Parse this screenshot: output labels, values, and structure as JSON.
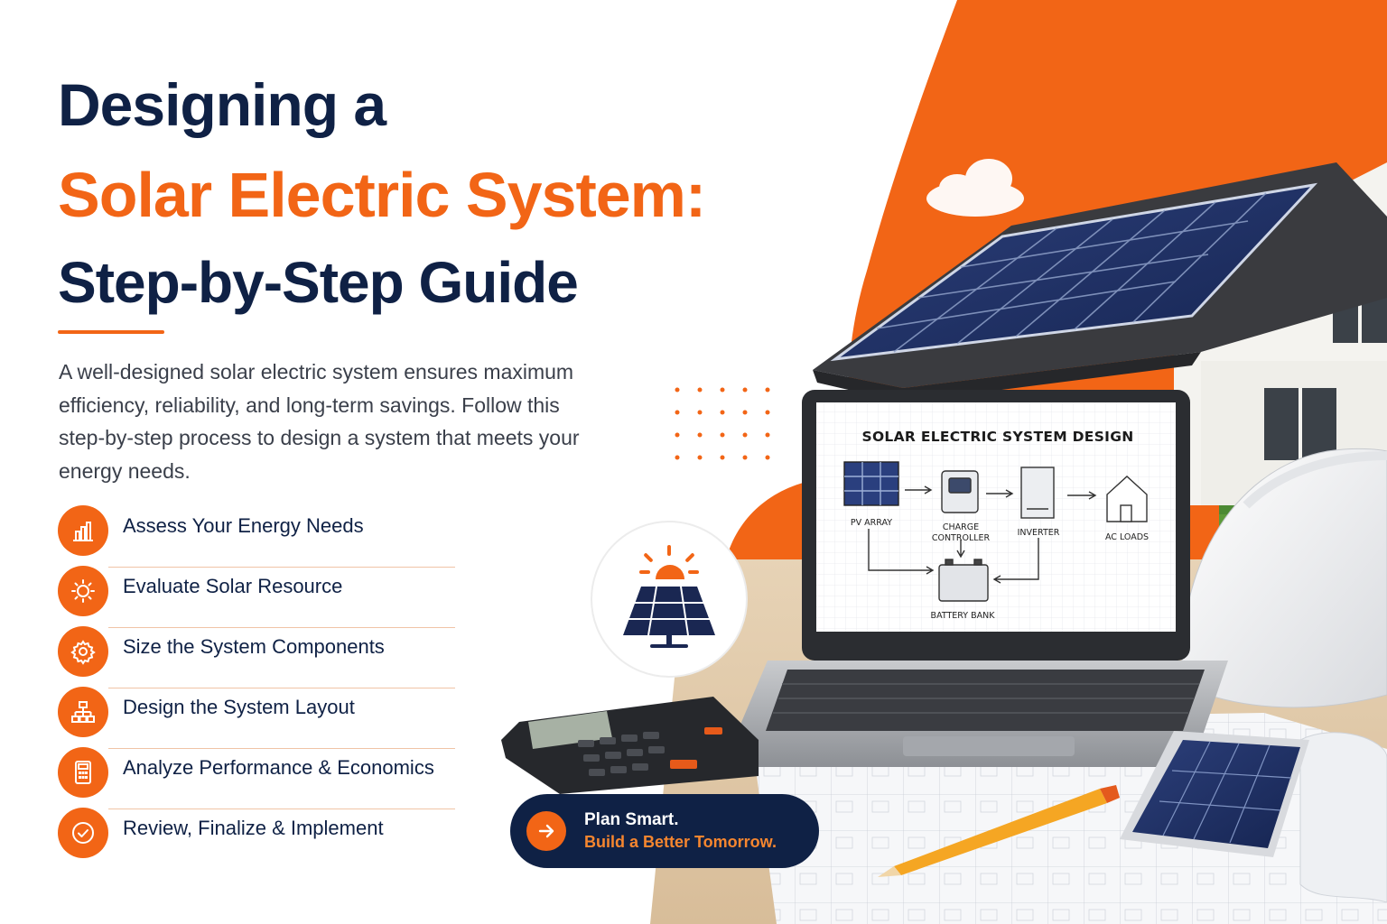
{
  "title": {
    "line1": "Designing a",
    "line2": "Solar Electric System:",
    "line3": "Step-by-Step Guide"
  },
  "intro": "A well-designed solar electric system ensures maximum efficiency, reliability, and long-term savings. Follow this step-by-step process to design a system that meets your energy needs.",
  "steps": [
    {
      "label": "Assess Your Energy Needs",
      "icon": "bar-chart-icon"
    },
    {
      "label": "Evaluate Solar Resource",
      "icon": "sun-icon"
    },
    {
      "label": "Size the System Components",
      "icon": "gear-icon"
    },
    {
      "label": "Design the System Layout",
      "icon": "layout-tree-icon"
    },
    {
      "label": "Analyze Performance & Economics",
      "icon": "calculator-icon"
    },
    {
      "label": "Review, Finalize & Implement",
      "icon": "check-circle-icon"
    }
  ],
  "cta": {
    "line1": "Plan Smart.",
    "line2": "Build a Better Tomorrow.",
    "icon": "arrow-right-icon"
  },
  "screen": {
    "title": "SOLAR ELECTRIC SYSTEM DESIGN",
    "nodes": {
      "pv_array": "PV ARRAY",
      "charge_controller_1": "CHARGE",
      "charge_controller_2": "CONTROLLER",
      "inverter": "INVERTER",
      "ac_loads": "AC LOADS",
      "battery_bank": "BATTERY BANK"
    }
  },
  "colors": {
    "accent": "#f26516",
    "navy": "#0f2145",
    "text": "#3a3f4a"
  }
}
